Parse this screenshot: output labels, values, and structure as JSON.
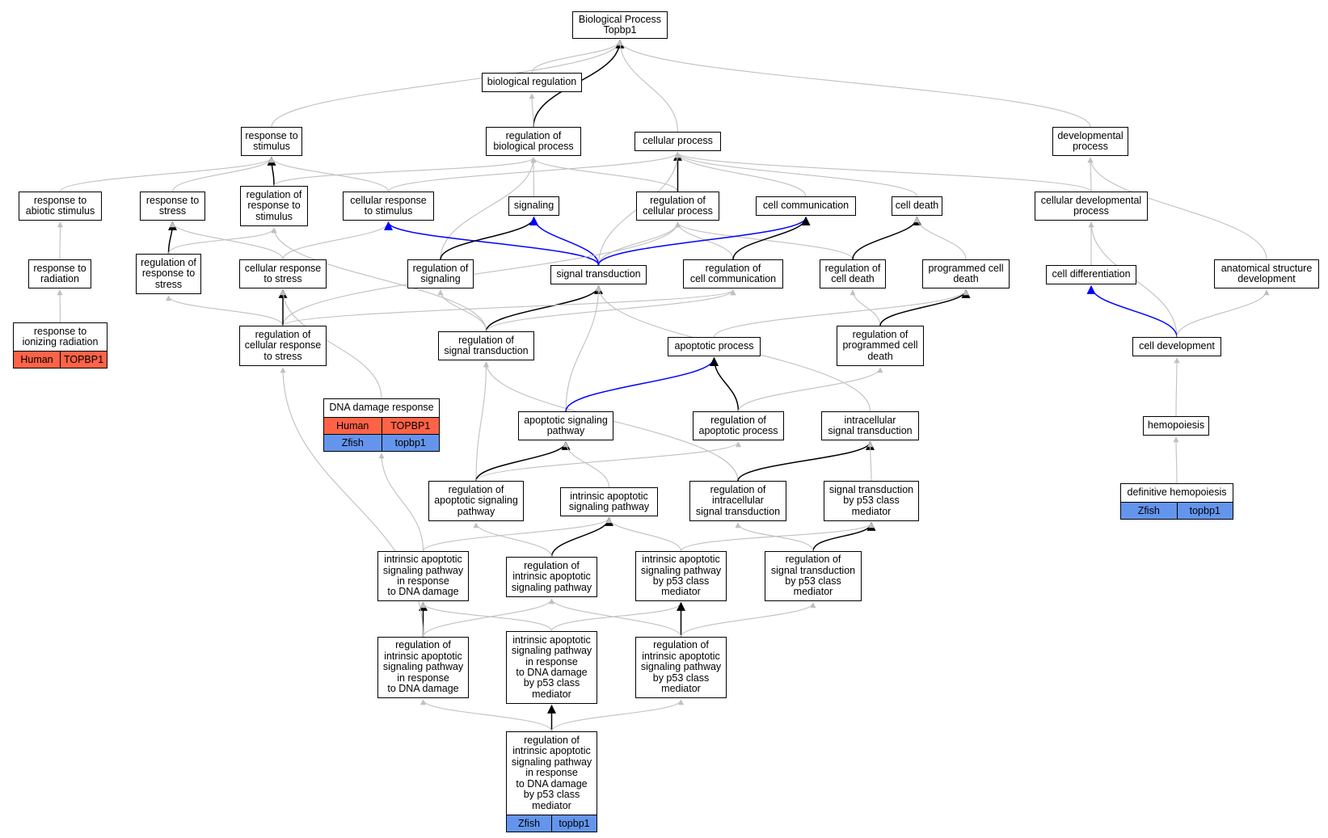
{
  "colors": {
    "human": "#ff6347",
    "zfish": "#6495ed",
    "is_a_edge": "#c0c0c0",
    "regulates_edge": "#000000",
    "part_of_edge": "#0000ff"
  },
  "nodes": [
    {
      "id": "root",
      "label": "Biological Process\nTopbp1"
    },
    {
      "id": "bioreg",
      "label": "biological regulation"
    },
    {
      "id": "resp_stim",
      "label": "response to\nstimulus"
    },
    {
      "id": "reg_bio",
      "label": "regulation of\nbiological process"
    },
    {
      "id": "cell_proc",
      "label": "cellular process"
    },
    {
      "id": "dev_proc",
      "label": "developmental\nprocess"
    },
    {
      "id": "resp_abiotic",
      "label": "response to\nabiotic stimulus"
    },
    {
      "id": "resp_stress",
      "label": "response to\nstress"
    },
    {
      "id": "reg_resp_stim",
      "label": "regulation of\nresponse to\nstimulus"
    },
    {
      "id": "cell_resp_stim",
      "label": "cellular response\nto stimulus"
    },
    {
      "id": "signaling",
      "label": "signaling"
    },
    {
      "id": "reg_cell_proc",
      "label": "regulation of\ncellular process"
    },
    {
      "id": "cell_comm",
      "label": "cell communication"
    },
    {
      "id": "cell_death",
      "label": "cell death"
    },
    {
      "id": "cell_dev_proc",
      "label": "cellular developmental\nprocess"
    },
    {
      "id": "resp_rad",
      "label": "response to\nradiation"
    },
    {
      "id": "reg_resp_stress",
      "label": "regulation of\nresponse to\nstress"
    },
    {
      "id": "cell_resp_stress",
      "label": "cellular response\nto stress"
    },
    {
      "id": "reg_signaling",
      "label": "regulation of\nsignaling"
    },
    {
      "id": "sig_trans",
      "label": "signal transduction"
    },
    {
      "id": "reg_cell_comm",
      "label": "regulation of\ncell communication"
    },
    {
      "id": "reg_cell_death",
      "label": "regulation of\ncell death"
    },
    {
      "id": "prog_death",
      "label": "programmed cell\ndeath"
    },
    {
      "id": "cell_diff",
      "label": "cell differentiation"
    },
    {
      "id": "anat_dev",
      "label": "anatomical structure\ndevelopment"
    },
    {
      "id": "resp_ion",
      "label": "response to\nionizing radiation"
    },
    {
      "id": "reg_cell_resp_stress",
      "label": "regulation of\ncellular response\nto stress"
    },
    {
      "id": "reg_sig_trans",
      "label": "regulation of\nsignal transduction"
    },
    {
      "id": "apop",
      "label": "apoptotic process"
    },
    {
      "id": "reg_prog_death",
      "label": "regulation of\nprogrammed cell\ndeath"
    },
    {
      "id": "cell_dev",
      "label": "cell development"
    },
    {
      "id": "dna_damage",
      "label": "DNA damage response"
    },
    {
      "id": "apop_sig",
      "label": "apoptotic signaling\npathway"
    },
    {
      "id": "reg_apop_proc",
      "label": "regulation of\napoptotic process"
    },
    {
      "id": "intra_sig",
      "label": "intracellular\nsignal transduction"
    },
    {
      "id": "hemo",
      "label": "hemopoiesis"
    },
    {
      "id": "reg_apop_sig",
      "label": "regulation of\napoptotic signaling\npathway"
    },
    {
      "id": "intr_apop",
      "label": "intrinsic apoptotic\nsignaling pathway"
    },
    {
      "id": "reg_intra_sig",
      "label": "regulation of\nintracellular\nsignal transduction"
    },
    {
      "id": "sig_p53",
      "label": "signal transduction\nby p53 class\nmediator"
    },
    {
      "id": "def_hemo",
      "label": "definitive hemopoiesis"
    },
    {
      "id": "intr_dna",
      "label": "intrinsic apoptotic\nsignaling pathway\nin response\nto DNA damage"
    },
    {
      "id": "reg_intr_apop",
      "label": "regulation of\nintrinsic apoptotic\nsignaling pathway"
    },
    {
      "id": "intr_p53",
      "label": "intrinsic apoptotic\nsignaling pathway\nby p53 class\nmediator"
    },
    {
      "id": "reg_sig_p53",
      "label": "regulation of\nsignal transduction\nby p53 class\nmediator"
    },
    {
      "id": "reg_intr_dna",
      "label": "regulation of\nintrinsic apoptotic\nsignaling pathway\nin response\nto DNA damage"
    },
    {
      "id": "intr_dna_p53",
      "label": "intrinsic apoptotic\nsignaling pathway\nin response\nto DNA damage\nby p53 class\nmediator"
    },
    {
      "id": "reg_intr_p53",
      "label": "regulation of\nintrinsic apoptotic\nsignaling pathway\nby p53 class\nmediator"
    },
    {
      "id": "reg_intr_dna_p53",
      "label": "regulation of\nintrinsic apoptotic\nsignaling pathway\nin response\nto DNA damage\nby p53 class\nmediator"
    }
  ],
  "annotations": [
    {
      "node": "resp_ion",
      "rows": [
        {
          "species": "Human",
          "gene": "TOPBP1",
          "color": "#ff6347"
        }
      ]
    },
    {
      "node": "dna_damage",
      "rows": [
        {
          "species": "Human",
          "gene": "TOPBP1",
          "color": "#ff6347"
        },
        {
          "species": "Zfish",
          "gene": "topbp1",
          "color": "#6495ed"
        }
      ]
    },
    {
      "node": "def_hemo",
      "rows": [
        {
          "species": "Zfish",
          "gene": "topbp1",
          "color": "#6495ed"
        }
      ]
    },
    {
      "node": "reg_intr_dna_p53",
      "rows": [
        {
          "species": "Zfish",
          "gene": "topbp1",
          "color": "#6495ed"
        }
      ]
    }
  ],
  "edges": [
    {
      "from": "bioreg",
      "to": "root",
      "type": "is_a"
    },
    {
      "from": "resp_stim",
      "to": "root",
      "type": "is_a"
    },
    {
      "from": "reg_bio",
      "to": "root",
      "type": "regulates"
    },
    {
      "from": "cell_proc",
      "to": "root",
      "type": "is_a"
    },
    {
      "from": "dev_proc",
      "to": "root",
      "type": "is_a"
    },
    {
      "from": "reg_bio",
      "to": "bioreg",
      "type": "is_a"
    },
    {
      "from": "resp_abiotic",
      "to": "resp_stim",
      "type": "is_a"
    },
    {
      "from": "resp_stress",
      "to": "resp_stim",
      "type": "is_a"
    },
    {
      "from": "reg_resp_stim",
      "to": "resp_stim",
      "type": "regulates"
    },
    {
      "from": "cell_resp_stim",
      "to": "resp_stim",
      "type": "is_a"
    },
    {
      "from": "reg_resp_stim",
      "to": "reg_bio",
      "type": "is_a"
    },
    {
      "from": "signaling",
      "to": "reg_bio",
      "type": "is_a"
    },
    {
      "from": "reg_cell_proc",
      "to": "reg_bio",
      "type": "is_a"
    },
    {
      "from": "reg_signaling",
      "to": "reg_bio",
      "type": "is_a"
    },
    {
      "from": "cell_resp_stim",
      "to": "cell_proc",
      "type": "is_a"
    },
    {
      "from": "reg_cell_proc",
      "to": "cell_proc",
      "type": "regulates"
    },
    {
      "from": "cell_comm",
      "to": "cell_proc",
      "type": "is_a"
    },
    {
      "from": "cell_death",
      "to": "cell_proc",
      "type": "is_a"
    },
    {
      "from": "cell_dev_proc",
      "to": "cell_proc",
      "type": "is_a"
    },
    {
      "from": "sig_trans",
      "to": "cell_proc",
      "type": "is_a"
    },
    {
      "from": "cell_dev_proc",
      "to": "dev_proc",
      "type": "is_a"
    },
    {
      "from": "anat_dev",
      "to": "dev_proc",
      "type": "is_a"
    },
    {
      "from": "resp_rad",
      "to": "resp_abiotic",
      "type": "is_a"
    },
    {
      "from": "reg_resp_stress",
      "to": "resp_stress",
      "type": "regulates"
    },
    {
      "from": "cell_resp_stress",
      "to": "resp_stress",
      "type": "is_a"
    },
    {
      "from": "reg_resp_stress",
      "to": "reg_resp_stim",
      "type": "is_a"
    },
    {
      "from": "reg_sig_trans",
      "to": "reg_resp_stim",
      "type": "is_a"
    },
    {
      "from": "cell_resp_stress",
      "to": "cell_resp_stim",
      "type": "is_a"
    },
    {
      "from": "sig_trans",
      "to": "cell_resp_stim",
      "type": "part_of"
    },
    {
      "from": "reg_signaling",
      "to": "signaling",
      "type": "regulates"
    },
    {
      "from": "sig_trans",
      "to": "signaling",
      "type": "part_of"
    },
    {
      "from": "sig_trans",
      "to": "reg_cell_proc",
      "type": "is_a"
    },
    {
      "from": "reg_cell_comm",
      "to": "reg_cell_proc",
      "type": "is_a"
    },
    {
      "from": "reg_cell_death",
      "to": "reg_cell_proc",
      "type": "is_a"
    },
    {
      "from": "reg_cell_resp_stress",
      "to": "reg_cell_proc",
      "type": "is_a"
    },
    {
      "from": "sig_trans",
      "to": "cell_comm",
      "type": "part_of"
    },
    {
      "from": "reg_cell_comm",
      "to": "cell_comm",
      "type": "regulates"
    },
    {
      "from": "reg_cell_death",
      "to": "cell_death",
      "type": "regulates"
    },
    {
      "from": "prog_death",
      "to": "cell_death",
      "type": "is_a"
    },
    {
      "from": "cell_diff",
      "to": "cell_dev_proc",
      "type": "is_a"
    },
    {
      "from": "cell_dev",
      "to": "cell_dev_proc",
      "type": "is_a"
    },
    {
      "from": "resp_ion",
      "to": "resp_rad",
      "type": "is_a"
    },
    {
      "from": "reg_cell_resp_stress",
      "to": "reg_resp_stress",
      "type": "is_a"
    },
    {
      "from": "reg_cell_resp_stress",
      "to": "cell_resp_stress",
      "type": "regulates"
    },
    {
      "from": "dna_damage",
      "to": "cell_resp_stress",
      "type": "is_a"
    },
    {
      "from": "reg_sig_trans",
      "to": "reg_signaling",
      "type": "is_a"
    },
    {
      "from": "reg_sig_trans",
      "to": "sig_trans",
      "type": "regulates"
    },
    {
      "from": "apop_sig",
      "to": "sig_trans",
      "type": "is_a"
    },
    {
      "from": "intra_sig",
      "to": "sig_trans",
      "type": "is_a"
    },
    {
      "from": "reg_sig_trans",
      "to": "reg_cell_comm",
      "type": "is_a"
    },
    {
      "from": "reg_prog_death",
      "to": "reg_cell_death",
      "type": "is_a"
    },
    {
      "from": "reg_prog_death",
      "to": "prog_death",
      "type": "regulates"
    },
    {
      "from": "apop",
      "to": "prog_death",
      "type": "is_a"
    },
    {
      "from": "cell_dev",
      "to": "cell_diff",
      "type": "part_of"
    },
    {
      "from": "cell_dev",
      "to": "anat_dev",
      "type": "is_a"
    },
    {
      "from": "reg_cell_resp_stress",
      "to": "reg_cell_comm",
      "type": "is_a"
    },
    {
      "from": "reg_apop_sig",
      "to": "reg_sig_trans",
      "type": "is_a"
    },
    {
      "from": "reg_intra_sig",
      "to": "reg_sig_trans",
      "type": "is_a"
    },
    {
      "from": "apop_sig",
      "to": "apop",
      "type": "part_of"
    },
    {
      "from": "reg_apop_proc",
      "to": "apop",
      "type": "regulates"
    },
    {
      "from": "reg_apop_proc",
      "to": "reg_prog_death",
      "type": "is_a"
    },
    {
      "from": "hemo",
      "to": "cell_dev",
      "type": "is_a"
    },
    {
      "from": "intr_dna",
      "to": "dna_damage",
      "type": "is_a"
    },
    {
      "from": "reg_apop_sig",
      "to": "apop_sig",
      "type": "regulates"
    },
    {
      "from": "intr_apop",
      "to": "apop_sig",
      "type": "is_a"
    },
    {
      "from": "reg_apop_sig",
      "to": "reg_apop_proc",
      "type": "is_a"
    },
    {
      "from": "reg_intra_sig",
      "to": "intra_sig",
      "type": "regulates"
    },
    {
      "from": "sig_p53",
      "to": "intra_sig",
      "type": "is_a"
    },
    {
      "from": "def_hemo",
      "to": "hemo",
      "type": "is_a"
    },
    {
      "from": "intr_dna",
      "to": "intr_apop",
      "type": "is_a"
    },
    {
      "from": "reg_intr_apop",
      "to": "intr_apop",
      "type": "regulates"
    },
    {
      "from": "intr_p53",
      "to": "intr_apop",
      "type": "is_a"
    },
    {
      "from": "reg_intr_apop",
      "to": "reg_apop_sig",
      "type": "is_a"
    },
    {
      "from": "reg_sig_p53",
      "to": "sig_p53",
      "type": "regulates"
    },
    {
      "from": "reg_sig_p53",
      "to": "reg_intra_sig",
      "type": "is_a"
    },
    {
      "from": "intr_p53",
      "to": "sig_p53",
      "type": "is_a"
    },
    {
      "from": "reg_intr_dna",
      "to": "intr_dna",
      "type": "regulates"
    },
    {
      "from": "reg_intr_dna",
      "to": "reg_intr_apop",
      "type": "is_a"
    },
    {
      "from": "reg_intr_dna",
      "to": "reg_cell_resp_stress",
      "type": "is_a"
    },
    {
      "from": "intr_dna_p53",
      "to": "intr_dna",
      "type": "is_a"
    },
    {
      "from": "intr_dna_p53",
      "to": "intr_p53",
      "type": "is_a"
    },
    {
      "from": "reg_intr_p53",
      "to": "intr_p53",
      "type": "regulates"
    },
    {
      "from": "reg_intr_p53",
      "to": "reg_intr_apop",
      "type": "is_a"
    },
    {
      "from": "reg_intr_p53",
      "to": "reg_sig_p53",
      "type": "is_a"
    },
    {
      "from": "reg_intr_dna_p53",
      "to": "intr_dna_p53",
      "type": "regulates"
    },
    {
      "from": "reg_intr_dna_p53",
      "to": "reg_intr_dna",
      "type": "is_a"
    },
    {
      "from": "reg_intr_dna_p53",
      "to": "reg_intr_p53",
      "type": "is_a"
    }
  ]
}
